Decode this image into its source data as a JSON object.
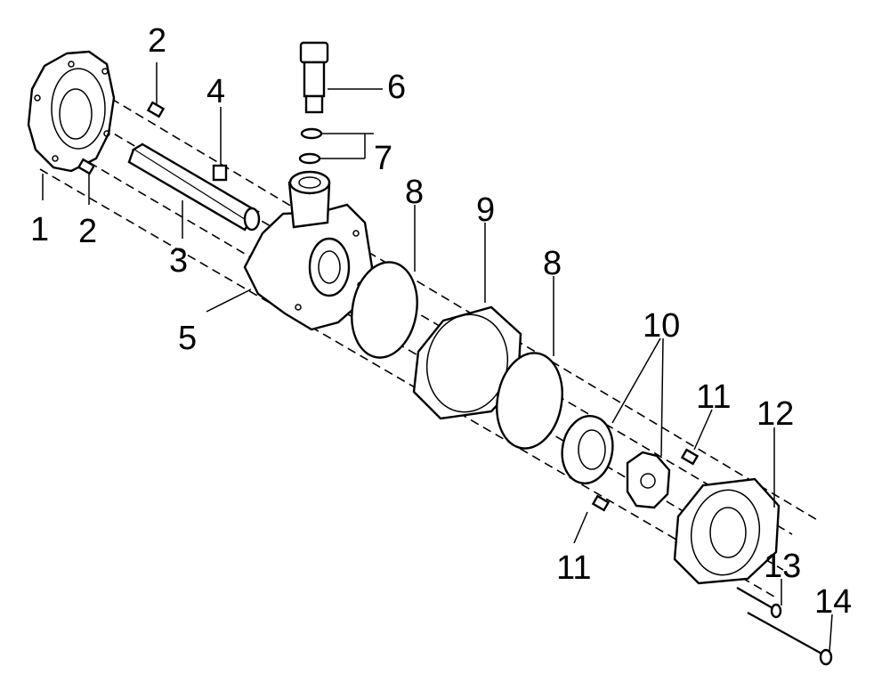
{
  "labels": {
    "l1": "1",
    "l2a": "2",
    "l2b": "2",
    "l3": "3",
    "l4": "4",
    "l5": "5",
    "l6": "6",
    "l7": "7",
    "l8a": "8",
    "l8b": "8",
    "l9": "9",
    "l10": "10",
    "l11a": "11",
    "l11b": "11",
    "l12": "12",
    "l13": "13",
    "l14": "14"
  }
}
